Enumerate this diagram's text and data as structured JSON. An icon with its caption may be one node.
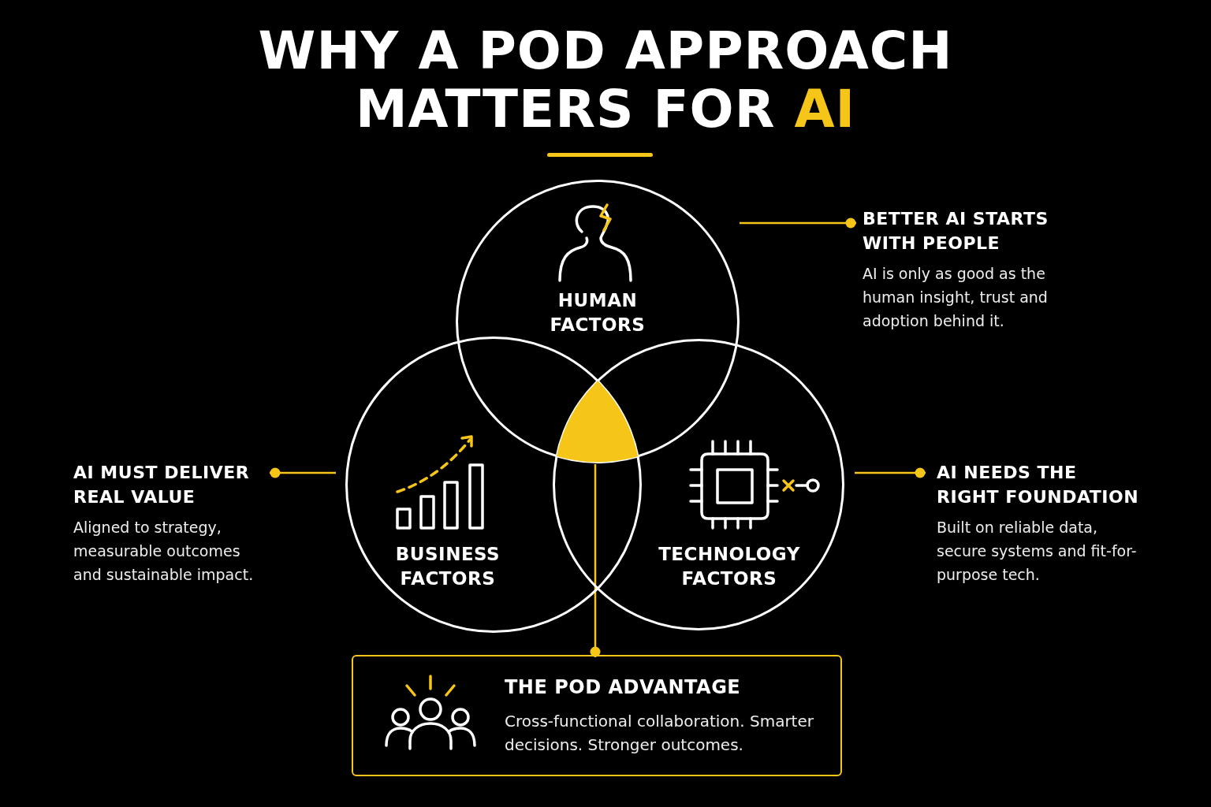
{
  "diagram": {
    "title": "WHY A POD APPROACH MATTERS FOR AI",
    "nodes": [
      {
        "text": [
          "HUMAN FACTORS"
        ]
      },
      {
        "text": [
          "BUSINESS FACTORS"
        ]
      },
      {
        "text": [
          "TECHNOLOGY FACTORS"
        ]
      },
      {
        "text": [],
        "shape": "triangle"
      },
      {
        "text": [
          "BETTER AI STARTS WITH PEOPLE",
          "AI is only as good as the human insight, trust and adoption behind it."
        ]
      },
      {
        "text": [
          "AI MUST DELIVER REAL VALUE",
          "Aligned to strategy, measurable outcomes and sustainable impact."
        ]
      },
      {
        "text": [
          "AI NEEDS THE RIGHT FOUNDATION",
          "Built on reliable data, secure systems and fit-for-purpose tech."
        ]
      },
      {
        "text": [
          "THE POD ADVANTAGE",
          "Cross-functional collaboration. Smarter decisions. Stronger outcomes."
        ]
      }
    ],
    "edges": [
      {
        "from": 0,
        "to": 4,
        "arrow": "other",
        "color": "#f5c518"
      },
      {
        "from": 1,
        "to": 5,
        "arrow": "other",
        "color": "#f5c518"
      },
      {
        "from": 2,
        "to": 6,
        "arrow": "other",
        "color": "#f5c518"
      },
      {
        "from": 3,
        "to": 7,
        "arrow": "other",
        "color": "#f5c518"
      }
    ]
  }
}
